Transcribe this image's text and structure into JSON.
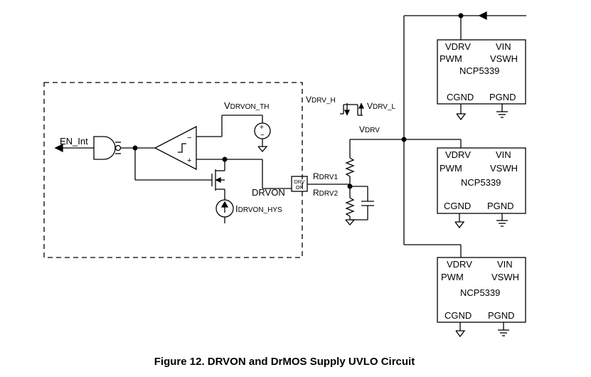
{
  "caption": "Figure 12. DRVON and DrMOS Supply UVLO Circuit",
  "labels": {
    "en_int": "EN_Int",
    "drvon_pin": "DRVON",
    "drvon_box_line1": "DRV",
    "drvon_box_line2": "ON",
    "vdrvon_th_main": "V",
    "vdrvon_th_sub": "DRVON_TH",
    "idrvon_hys_main": "I",
    "idrvon_hys_sub": "DRVON_HYS",
    "vdrv_h_main": "V",
    "vdrv_h_sub": "DRV_H",
    "vdrv_l_main": "V",
    "vdrv_l_sub": "DRV_L",
    "vdrv_main": "V",
    "vdrv_sub": "DRV",
    "rdrv1_main": "R",
    "rdrv1_sub": "DRV1",
    "rdrv2_main": "R",
    "rdrv2_sub": "DRV2",
    "comp_minus": "−",
    "comp_plus": "+",
    "src_plus": "+",
    "src_minus": "−"
  },
  "chips": [
    {
      "vdrv": "VDRV",
      "vin": "VIN",
      "pwm": "PWM",
      "vswh": "VSWH",
      "name": "NCP5339",
      "cgnd": "CGND",
      "pgnd": "PGND"
    },
    {
      "vdrv": "VDRV",
      "vin": "VIN",
      "pwm": "PWM",
      "vswh": "VSWH",
      "name": "NCP5339",
      "cgnd": "CGND",
      "pgnd": "PGND"
    },
    {
      "vdrv": "VDRV",
      "vin": "VIN",
      "pwm": "PWM",
      "vswh": "VSWH",
      "name": "NCP5339",
      "cgnd": "CGND",
      "pgnd": "PGND"
    }
  ]
}
